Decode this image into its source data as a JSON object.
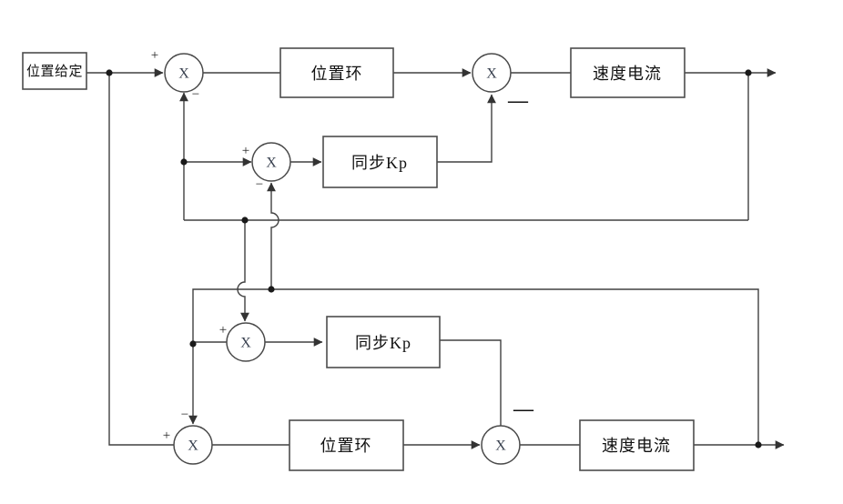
{
  "diagram": {
    "colors": {
      "background": "#ffffff",
      "line": "#404040",
      "box_border": "#4d4d4d",
      "text": "#111111",
      "junction_text": "#39414f"
    },
    "junction_symbol": "X",
    "signs": {
      "plus": "+",
      "minus": "−",
      "long_minus": "—"
    },
    "blocks": {
      "position_ref": "位置给定",
      "pos_loop_1": "位置环",
      "sync_kp_1": "同步Kp",
      "speed_current_1": "速度电流",
      "sync_kp_2": "同步Kp",
      "pos_loop_2": "位置环",
      "speed_current_2": "速度电流"
    }
  }
}
